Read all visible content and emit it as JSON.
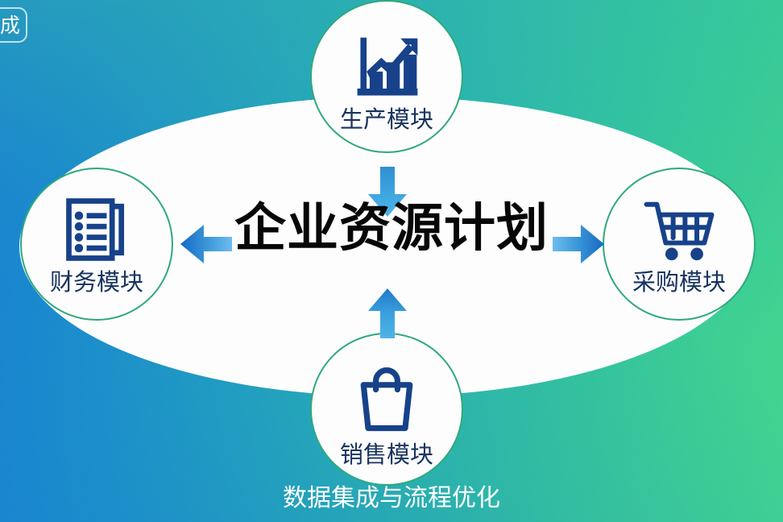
{
  "badge": {
    "label": "成"
  },
  "hub": {
    "title": "企业资源计划"
  },
  "nodes": [
    {
      "id": "production",
      "label": "生产模块",
      "icon": "bar-chart-growth-icon",
      "position": "top"
    },
    {
      "id": "finance",
      "label": "财务模块",
      "icon": "checklist-document-icon",
      "position": "left"
    },
    {
      "id": "procurement",
      "label": "采购模块",
      "icon": "shopping-cart-icon",
      "position": "right"
    },
    {
      "id": "sales",
      "label": "销售模块",
      "icon": "shopping-bag-icon",
      "position": "bottom"
    }
  ],
  "arrows": [
    {
      "id": "production-to-hub",
      "direction": "down",
      "icon": "arrow-down-icon"
    },
    {
      "id": "sales-to-hub",
      "direction": "up",
      "icon": "arrow-up-icon"
    },
    {
      "id": "hub-to-finance",
      "direction": "left",
      "icon": "arrow-left-icon"
    },
    {
      "id": "hub-to-procurement",
      "direction": "right",
      "icon": "arrow-right-icon"
    }
  ],
  "footer": {
    "caption": "数据集成与流程优化"
  },
  "colors": {
    "icon_navy": "#17428a",
    "title_black": "#070707",
    "circle_ring": "#2fa97b",
    "arrow_blue_dark": "#1874c8",
    "arrow_blue_light": "#63b4ea",
    "hub_fill": "#fdfdfd",
    "bg_left_blue": "#1a7fd4",
    "bg_mid_teal": "#29b0b3",
    "bg_right_green": "#45d98c",
    "caption_white": "#ffffff"
  }
}
